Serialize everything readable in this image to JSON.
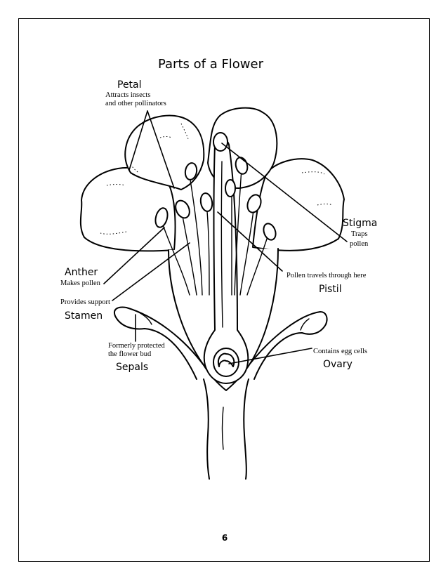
{
  "title": "Parts of a Flower",
  "labels": {
    "petal": {
      "name": "Petal",
      "desc_line1": "Attracts insects",
      "desc_line2": "and other pollinators"
    },
    "stigma": {
      "name": "Stigma",
      "desc_line1": "Traps",
      "desc_line2": "pollen"
    },
    "pistil": {
      "name": "Pistil",
      "desc": "Pollen travels through here"
    },
    "anther": {
      "name": "Anther",
      "desc": "Makes pollen"
    },
    "stamen": {
      "name": "Stamen",
      "desc": "Provides support"
    },
    "sepals": {
      "name": "Sepals",
      "desc_line1": "Formerly protected",
      "desc_line2": "the flower bud"
    },
    "ovary": {
      "name": "Ovary",
      "desc": "Contains egg cells"
    }
  },
  "page_number": "6"
}
